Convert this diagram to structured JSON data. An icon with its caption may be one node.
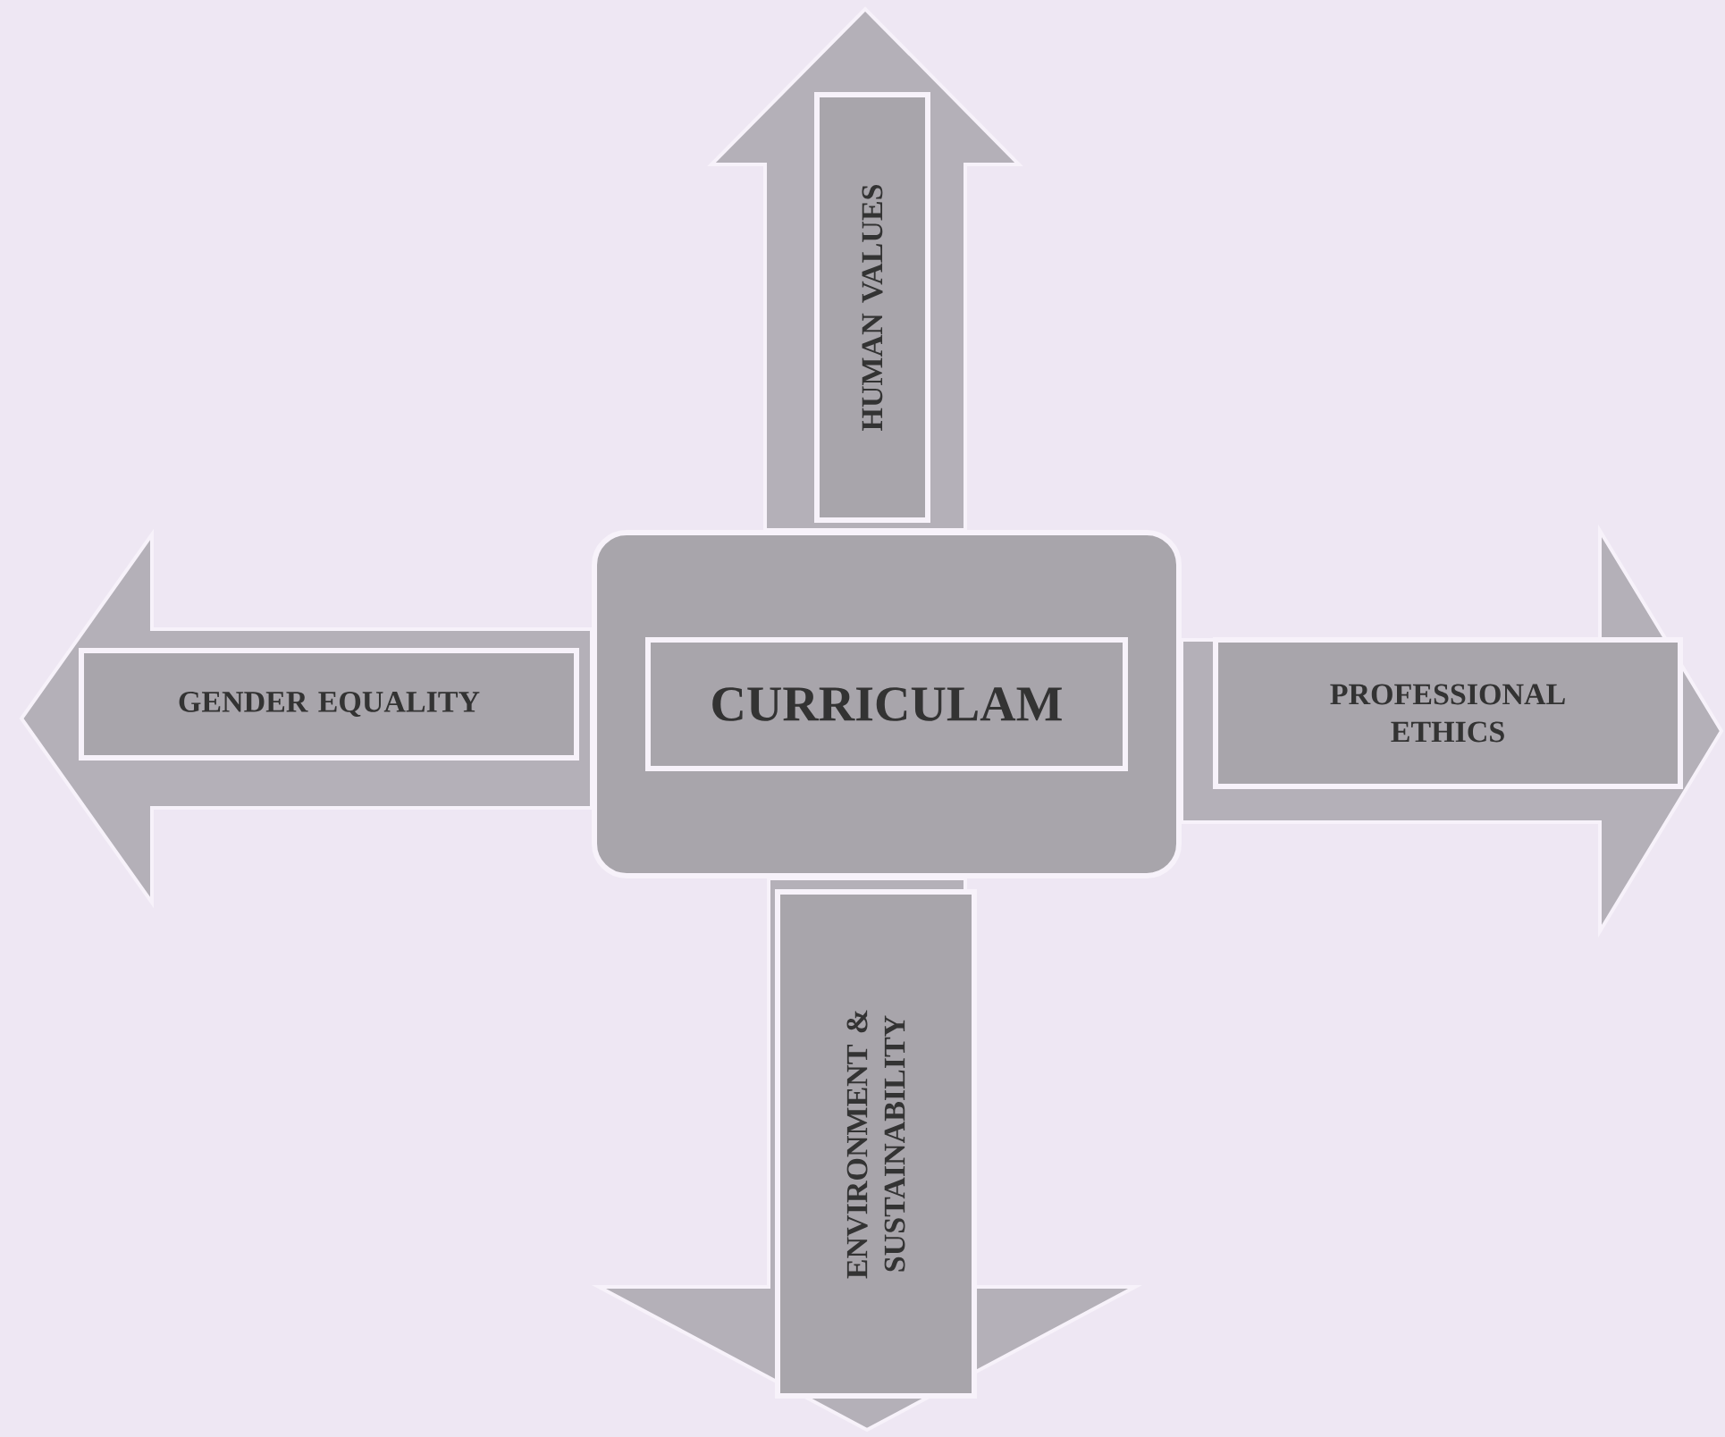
{
  "diagram": {
    "nodes": [
      {
        "text": [
          "HUMAN VALUES"
        ]
      },
      {
        "text": [
          "GENDER EQUALITY"
        ]
      },
      {
        "text": [
          "CURRICULAM"
        ]
      },
      {
        "text": [
          "PROFESSIONAL ETHICS"
        ]
      },
      {
        "text": [
          "ENVIRONMENT & SUSTAINABILITY"
        ]
      }
    ],
    "edges": [
      {
        "from": 2,
        "to": 0,
        "arrow": "to",
        "style": "thick"
      },
      {
        "from": 2,
        "to": 1,
        "arrow": "to",
        "style": "thick"
      },
      {
        "from": 2,
        "to": 3,
        "arrow": "to",
        "style": "thick"
      },
      {
        "from": 2,
        "to": 4,
        "arrow": "to",
        "style": "thick"
      }
    ]
  }
}
